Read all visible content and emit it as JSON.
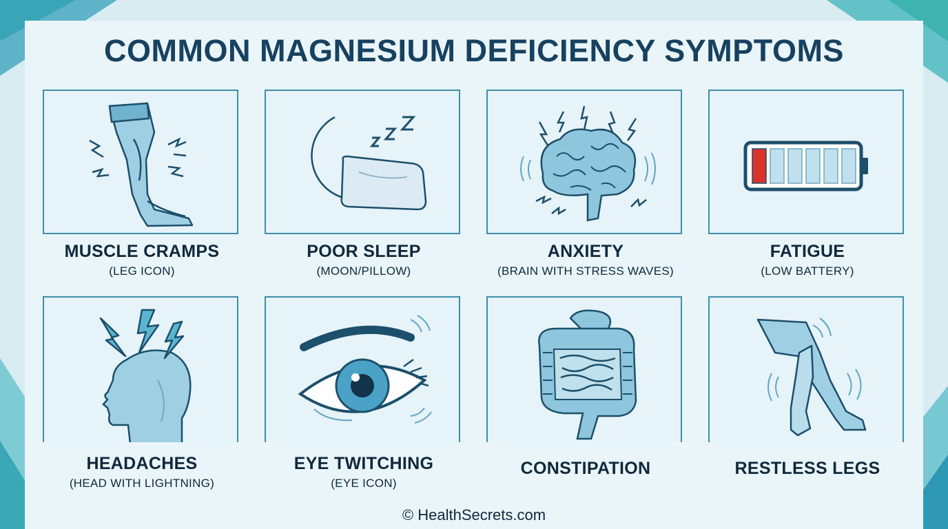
{
  "title": "COMMON MAGNESIUM DEFICIENCY SYMPTOMS",
  "symptoms": [
    {
      "name": "MUSCLE CRAMPS",
      "note": "(LEG ICON)",
      "icon": "leg-cramp-icon"
    },
    {
      "name": "POOR SLEEP",
      "note": "(MOON/PILLOW)",
      "icon": "moon-pillow-icon"
    },
    {
      "name": "ANXIETY",
      "note": "(BRAIN WITH STRESS WAVES)",
      "icon": "brain-stress-icon"
    },
    {
      "name": "FATIGUE",
      "note": "(LOW BATTERY)",
      "icon": "low-battery-icon"
    },
    {
      "name": "HEADACHES",
      "note": "(HEAD WITH LIGHTNING)",
      "icon": "head-lightning-icon"
    },
    {
      "name": "EYE TWITCHING",
      "note": "(EYE ICON)",
      "icon": "eye-icon"
    },
    {
      "name": "CONSTIPATION",
      "note": "",
      "icon": "intestine-icon"
    },
    {
      "name": "RESTLESS LEGS",
      "note": "",
      "icon": "restless-legs-icon"
    }
  ],
  "colors": {
    "title": "#17415f",
    "card_border": "#3f8ea9",
    "icon_fill": "#9fcfe2",
    "icon_stroke": "#1c4f6b",
    "accent_teal": "#3fb3ad",
    "battery_red": "#d9342b"
  },
  "footer": {
    "copyright": "© HealthSecrets.com"
  }
}
